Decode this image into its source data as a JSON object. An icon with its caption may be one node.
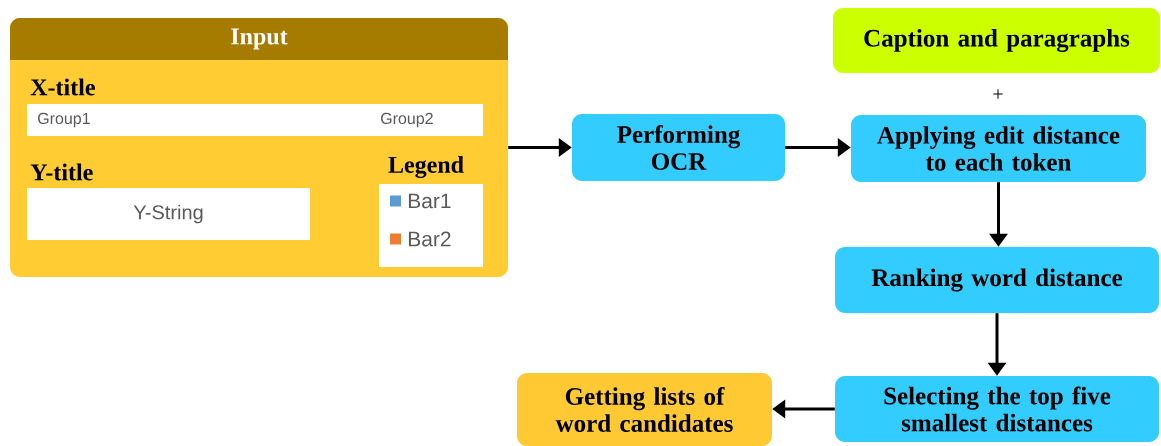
{
  "diagram": {
    "nodes": [
      {
        "text": [
          "Input"
        ]
      },
      {
        "text": [
          "X-title",
          "Group1",
          "Group2"
        ],
        "in": 0
      },
      {
        "text": [
          "Y-title",
          "Y-String"
        ],
        "in": 0
      },
      {
        "text": [
          "Legend"
        ],
        "in": 0
      },
      {
        "text": [
          "Performing OCR"
        ]
      },
      {
        "text": [
          "Caption and paragraphs"
        ]
      },
      {
        "text": [
          "Applying edit distance to each token"
        ]
      },
      {
        "text": [
          "Ranking word distance"
        ]
      },
      {
        "text": [
          "Selecting the top five smallest distances"
        ]
      },
      {
        "text": [
          "Getting lists of word candidates"
        ]
      }
    ],
    "edges": [
      {
        "from": 0,
        "to": 4,
        "arrow": "to"
      },
      {
        "from": 4,
        "to": 6,
        "arrow": "to"
      },
      {
        "from": 6,
        "to": 7,
        "arrow": "to"
      },
      {
        "from": 7,
        "to": 8,
        "arrow": "to"
      },
      {
        "from": 8,
        "to": 9,
        "arrow": "to"
      }
    ],
    "labels": [
      "+"
    ],
    "legend": [
      {
        "text": "Bar1",
        "color": "#5b9bd5"
      },
      {
        "text": "Bar2",
        "color": "#ed7d31"
      }
    ]
  }
}
